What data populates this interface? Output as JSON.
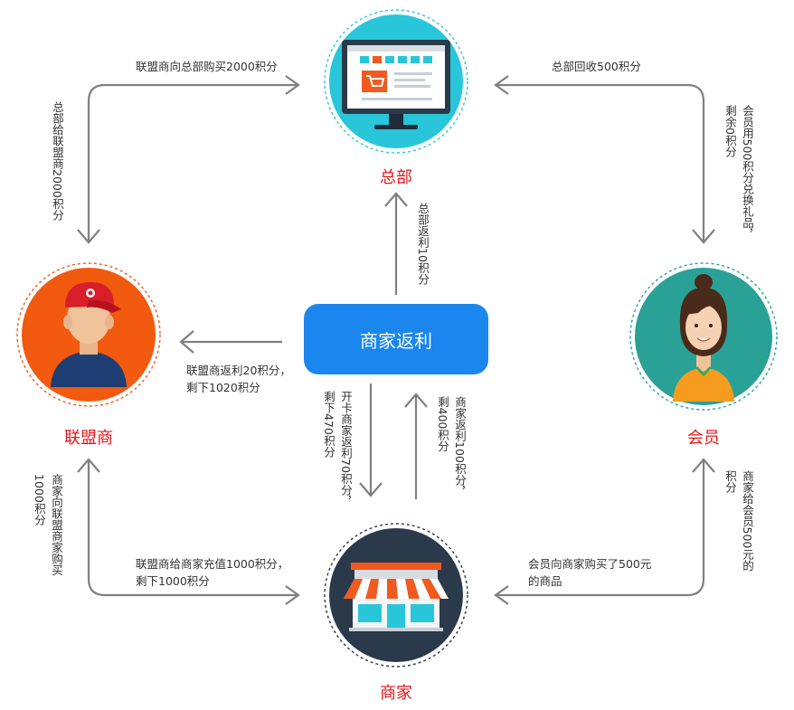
{
  "nodes": {
    "hq": {
      "title": "总部",
      "color": "#29c6d9"
    },
    "alliance": {
      "title": "联盟商",
      "color": "#f05a1e"
    },
    "member": {
      "title": "会员",
      "color": "#27a392"
    },
    "merchant": {
      "title": "商家",
      "color": "#2b3a4a"
    }
  },
  "center": {
    "label": "商家返利",
    "color": "#1a86ee"
  },
  "edges": {
    "alliance_buys_hq": "联盟商向总部购买2000积分",
    "hq_gives_alliance": "总部给联盟商2000积分",
    "hq_recycles": "总部回收500积分",
    "member_redeems": [
      "会员用500积分兑换礼品，",
      "剩余0积分"
    ],
    "hq_rebate": "总部返利10积分",
    "alliance_rebate": [
      "联盟商返利20积分，",
      "剩下1020积分"
    ],
    "opencard_rebate": [
      "开卡商家返利70积分，",
      "剩下470积分"
    ],
    "merchant_rebate": [
      "商家返利100积分，",
      "剩400积分"
    ],
    "merchant_buys_alliance": [
      "商家向联盟商家购买",
      "1000积分"
    ],
    "alliance_recharges": [
      "联盟商给商家充值1000积分，",
      "剩下1000积分"
    ],
    "member_buys": [
      "会员向商家购买了500元",
      "的商品"
    ],
    "merchant_gives_member": [
      "商家给会员500元的",
      "积分"
    ]
  },
  "colors": {
    "arrow": "#808080",
    "title_red": "#e4161b"
  }
}
